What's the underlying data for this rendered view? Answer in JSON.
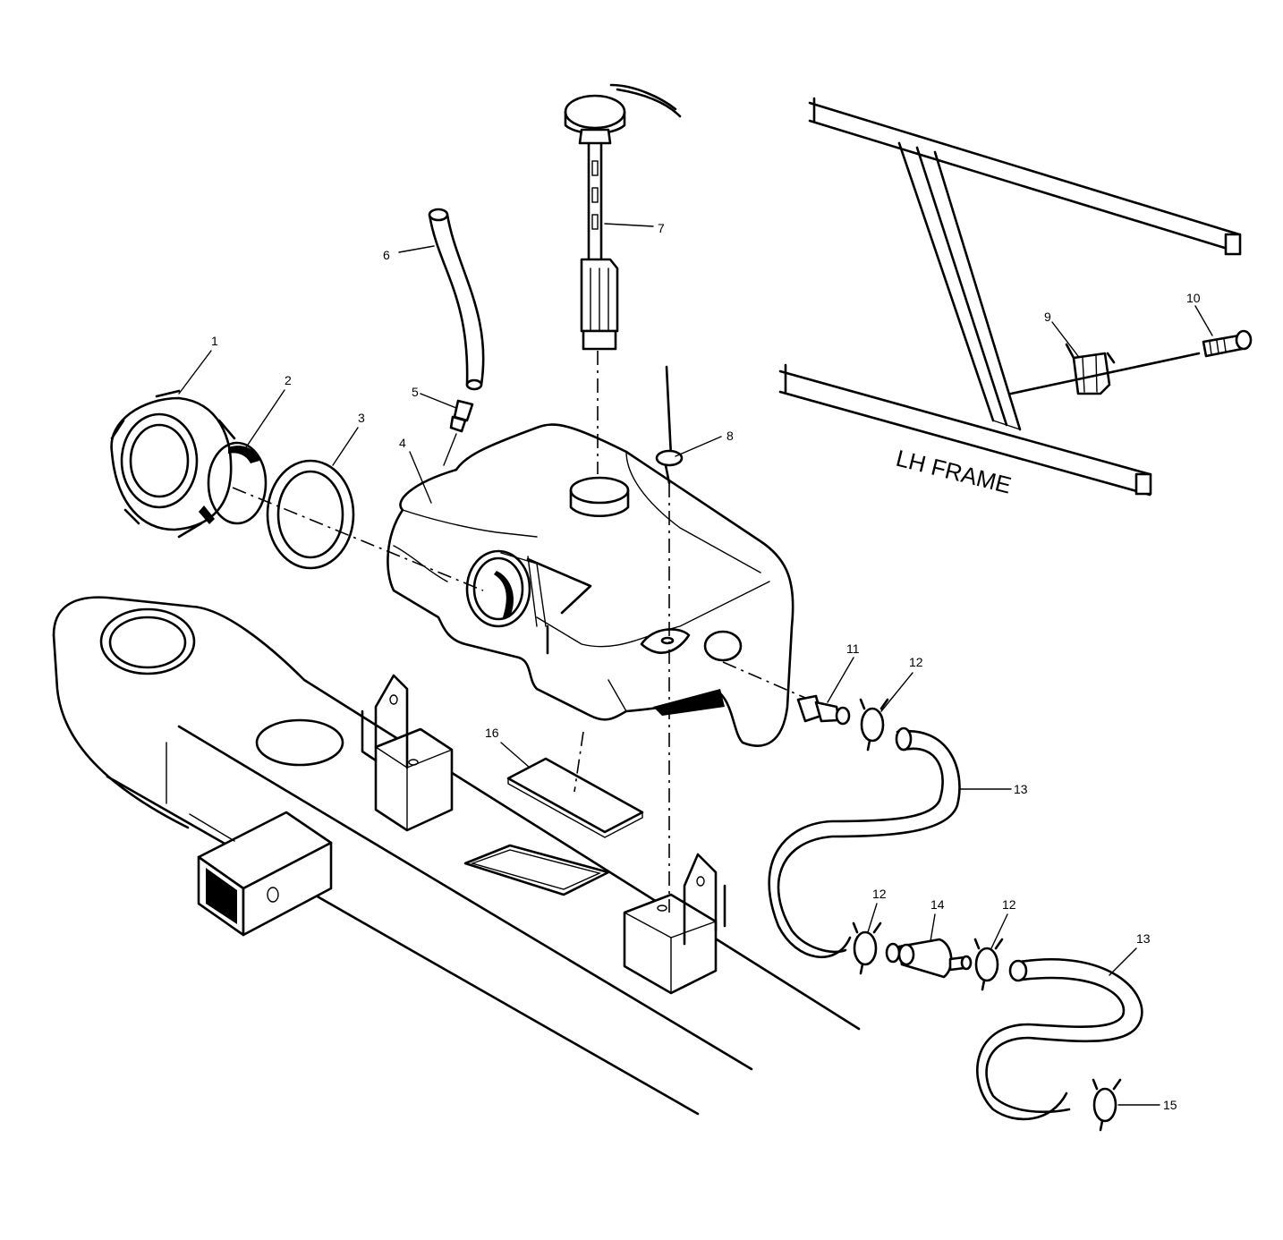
{
  "diagram": {
    "frame_label": "LH FRAME",
    "callouts": [
      {
        "id": "c1",
        "text": "1"
      },
      {
        "id": "c2",
        "text": "2"
      },
      {
        "id": "c3",
        "text": "3"
      },
      {
        "id": "c4",
        "text": "4"
      },
      {
        "id": "c5",
        "text": "5"
      },
      {
        "id": "c6",
        "text": "6"
      },
      {
        "id": "c7",
        "text": "7"
      },
      {
        "id": "c8",
        "text": "8"
      },
      {
        "id": "c9",
        "text": "9"
      },
      {
        "id": "c10",
        "text": "10"
      },
      {
        "id": "c11",
        "text": "11"
      },
      {
        "id": "c12a",
        "text": "12"
      },
      {
        "id": "c12b",
        "text": "12"
      },
      {
        "id": "c12c",
        "text": "12"
      },
      {
        "id": "c13a",
        "text": "13"
      },
      {
        "id": "c13b",
        "text": "13"
      },
      {
        "id": "c14",
        "text": "14"
      },
      {
        "id": "c15",
        "text": "15"
      },
      {
        "id": "c16",
        "text": "16"
      }
    ]
  }
}
